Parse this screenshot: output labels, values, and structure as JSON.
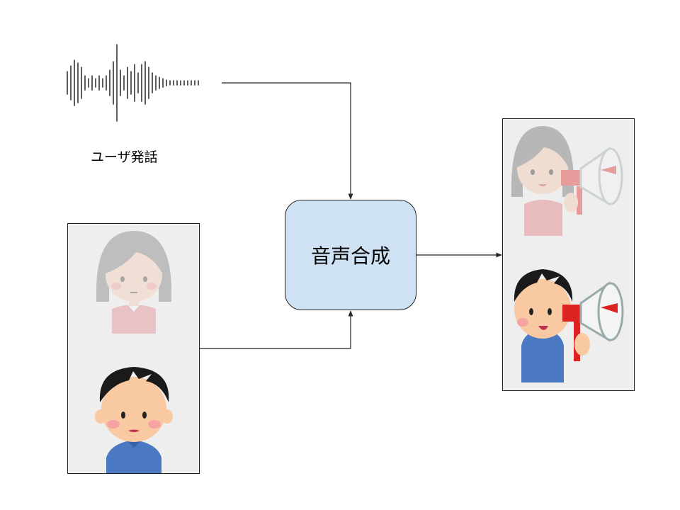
{
  "diagram": {
    "input_label": "ユーザ発話",
    "process_label": "音声合成",
    "colors": {
      "process_fill": "#cfe2f3",
      "panel_fill": "#eeeeee",
      "connector": "#222222",
      "waveform": "#333333"
    },
    "nodes": [
      {
        "id": "speech-waveform",
        "kind": "waveform"
      },
      {
        "id": "speaker-panel",
        "kind": "image-panel",
        "people": [
          "woman-faded",
          "boy"
        ]
      },
      {
        "id": "speech-synthesis",
        "kind": "process",
        "label_ref": "process_label"
      },
      {
        "id": "output-panel",
        "kind": "image-panel",
        "people": [
          "woman-megaphone-faded",
          "boy-megaphone"
        ]
      }
    ],
    "edges": [
      {
        "from": "speech-waveform",
        "to": "speech-synthesis"
      },
      {
        "from": "speaker-panel",
        "to": "speech-synthesis"
      },
      {
        "from": "speech-synthesis",
        "to": "output-panel"
      }
    ]
  }
}
